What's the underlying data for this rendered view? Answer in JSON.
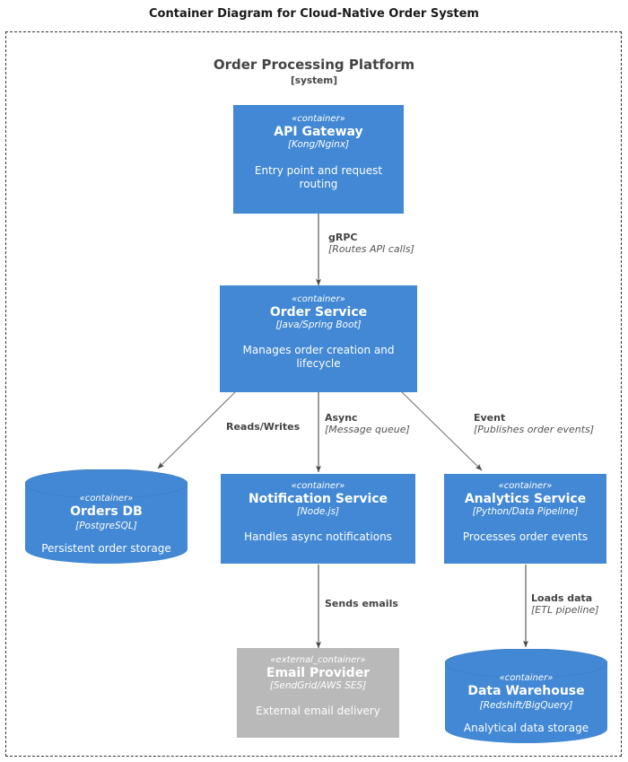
{
  "diagram": {
    "title": "Container Diagram for Cloud-Native Order System",
    "boundary": {
      "name": "Order Processing Platform",
      "type_label": "[system]"
    },
    "colors": {
      "container": "#4288d4",
      "external_container": "#b9b9b9",
      "text_on_node": "#ffffff",
      "edge": "#555555",
      "boundary_border": "#333333",
      "title": "#1a1a1a"
    }
  },
  "nodes": {
    "api_gateway": {
      "stereotype": "«container»",
      "name": "API Gateway",
      "tech": "[Kong/Nginx]",
      "description": "Entry point and request routing"
    },
    "order_service": {
      "stereotype": "«container»",
      "name": "Order Service",
      "tech": "[Java/Spring Boot]",
      "description": "Manages order creation and lifecycle"
    },
    "orders_db": {
      "stereotype": "«container»",
      "name": "Orders DB",
      "tech": "[PostgreSQL]",
      "description": "Persistent order storage"
    },
    "notification_service": {
      "stereotype": "«container»",
      "name": "Notification Service",
      "tech": "[Node.js]",
      "description": "Handles async notifications"
    },
    "analytics_service": {
      "stereotype": "«container»",
      "name": "Analytics Service",
      "tech": "[Python/Data Pipeline]",
      "description": "Processes order events"
    },
    "email_provider": {
      "stereotype": "«external_container»",
      "name": "Email Provider",
      "tech": "[SendGrid/AWS SES]",
      "description": "External email delivery"
    },
    "data_warehouse": {
      "stereotype": "«container»",
      "name": "Data Warehouse",
      "tech": "[Redshift/BigQuery]",
      "description": "Analytical data storage"
    }
  },
  "edges": {
    "gateway_to_order": {
      "label": "gRPC",
      "sublabel": "[Routes API calls]"
    },
    "order_to_db": {
      "label": "Reads/Writes",
      "sublabel": ""
    },
    "order_to_notification": {
      "label": "Async",
      "sublabel": "[Message queue]"
    },
    "order_to_analytics": {
      "label": "Event",
      "sublabel": "[Publishes order events]"
    },
    "notification_to_email": {
      "label": "Sends emails",
      "sublabel": ""
    },
    "analytics_to_warehouse": {
      "label": "Loads data",
      "sublabel": "[ETL pipeline]"
    }
  }
}
